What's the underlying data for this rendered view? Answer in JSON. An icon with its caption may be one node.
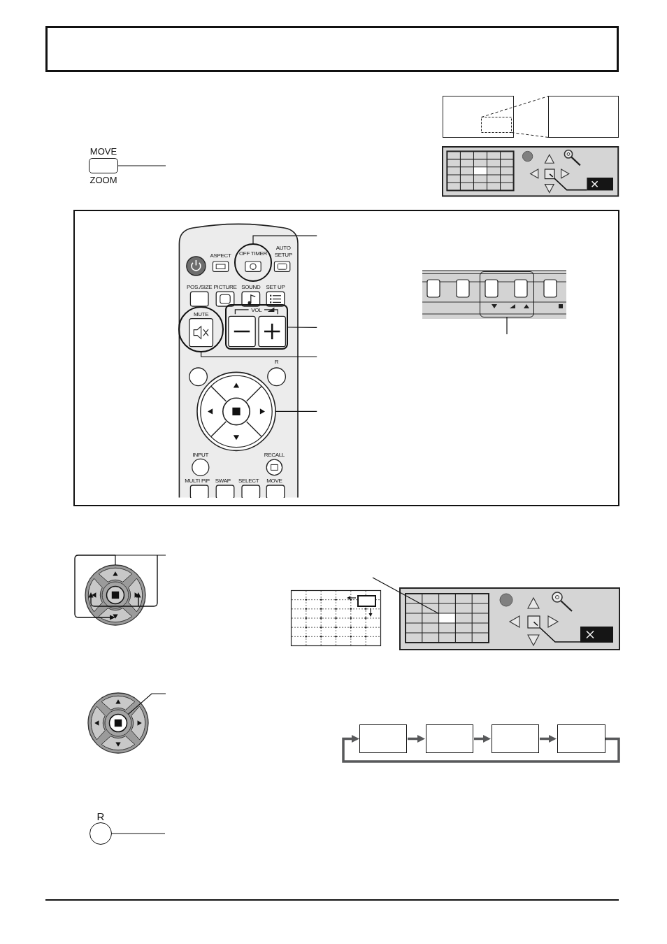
{
  "diagram": {
    "nodes": [
      {
        "text": [
          "MOVE",
          "ZOOM"
        ]
      },
      {
        "text": [],
        "shape": "box"
      },
      {
        "text": [
          "OFF TIMER"
        ],
        "in": 1
      },
      {
        "text": [
          "MUTE"
        ],
        "in": 1
      },
      {
        "text": [
          "VOL"
        ],
        "in": 1
      },
      {
        "text": [],
        "shape": "circle",
        "in": 1
      },
      {
        "text": [],
        "shape": "box",
        "in": 1
      },
      {
        "text": [],
        "shape": "circle"
      },
      {
        "text": [],
        "shape": "box"
      },
      {
        "text": [],
        "shape": "circle"
      },
      {
        "text": [],
        "shape": "box"
      },
      {
        "text": [],
        "shape": "box"
      },
      {
        "text": [],
        "shape": "box"
      },
      {
        "text": [],
        "shape": "box"
      },
      {
        "text": [
          "R"
        ]
      }
    ],
    "edges": [
      {
        "from": null,
        "to": 0,
        "arrow": "none"
      },
      {
        "from": null,
        "to": 2,
        "arrow": "none"
      },
      {
        "from": null,
        "to": 4,
        "arrow": "none"
      },
      {
        "from": null,
        "to": 3,
        "arrow": "none"
      },
      {
        "from": null,
        "to": 5,
        "arrow": "none"
      },
      {
        "from": null,
        "to": 6,
        "arrow": "none"
      },
      {
        "from": null,
        "to": 7,
        "arrow": "none"
      },
      {
        "from": null,
        "to": 8,
        "arrow": "none"
      },
      {
        "from": null,
        "to": 9,
        "arrow": "none"
      },
      {
        "from": 10,
        "to": 11,
        "arrow": "to",
        "style": "thick",
        "color": "#58595b"
      },
      {
        "from": 11,
        "to": 12,
        "arrow": "to",
        "style": "thick",
        "color": "#58595b"
      },
      {
        "from": 12,
        "to": 13,
        "arrow": "to",
        "style": "thick",
        "color": "#58595b"
      },
      {
        "from": 13,
        "to": 10,
        "arrow": "to",
        "style": "thick",
        "color": "#58595b"
      },
      {
        "from": null,
        "to": 14,
        "arrow": "none"
      }
    ],
    "labels": [
      "ASPECT",
      "AUTO SETUP",
      "POS./SIZE",
      "PICTURE",
      "SOUND",
      "SET UP",
      "R",
      "INPUT",
      "RECALL",
      "MULTI PIP",
      "SWAP",
      "SELECT",
      "MOVE"
    ]
  }
}
